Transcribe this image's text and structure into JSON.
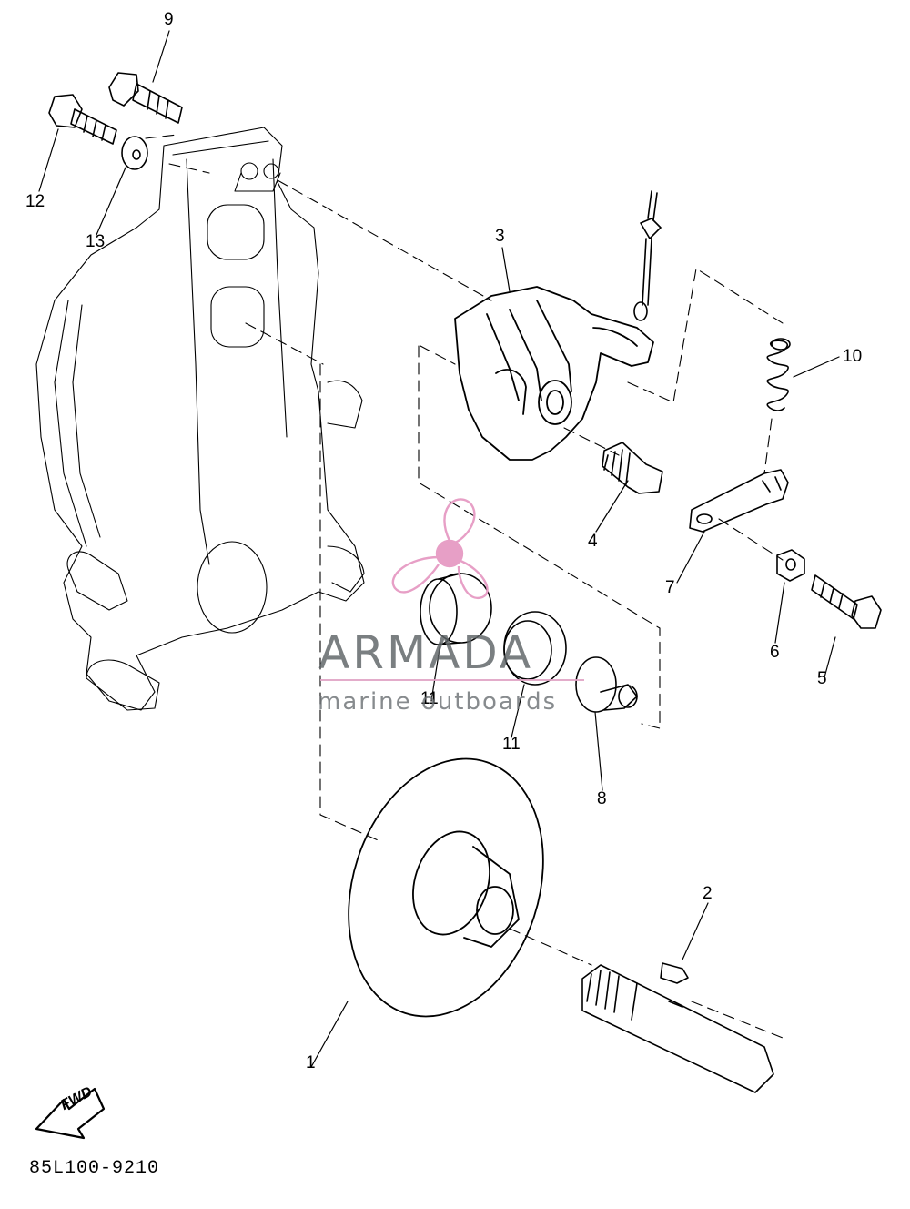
{
  "diagram": {
    "part_numbers": [
      "1",
      "2",
      "3",
      "4",
      "5",
      "6",
      "7",
      "8",
      "9",
      "10",
      "11",
      "11",
      "12",
      "13"
    ],
    "code": "85L100-9210",
    "direction_label": "FWD"
  },
  "watermark": {
    "brand": "ARMADA",
    "tagline": "marine outboards",
    "accent_color": "#e79fc6"
  }
}
